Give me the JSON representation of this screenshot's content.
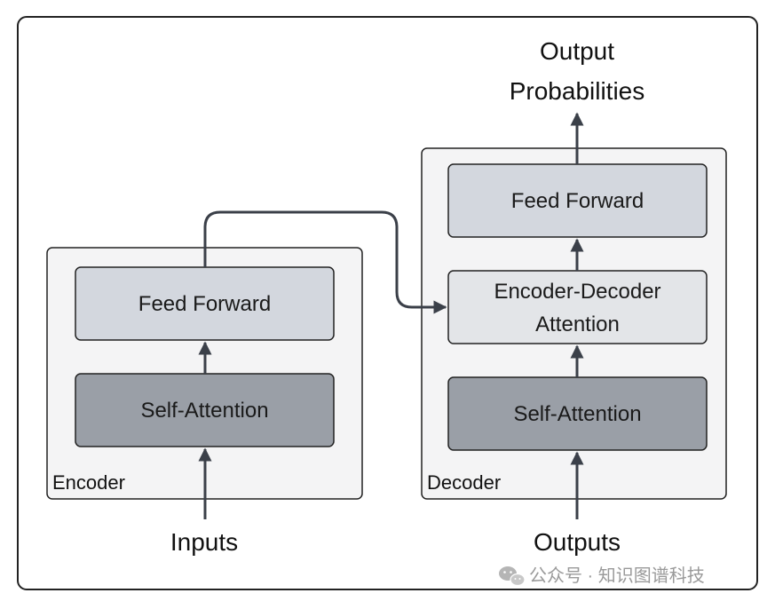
{
  "encoder": {
    "label": "Encoder",
    "feed_forward": "Feed Forward",
    "self_attention": "Self-Attention"
  },
  "decoder": {
    "label": "Decoder",
    "feed_forward": "Feed Forward",
    "cross_attention_line1": "Encoder-Decoder",
    "cross_attention_line2": "Attention",
    "self_attention": "Self-Attention"
  },
  "io": {
    "inputs": "Inputs",
    "outputs": "Outputs",
    "output_line1": "Output",
    "output_line2": "Probabilities"
  },
  "watermark": {
    "text": "公众号 · 知识图谱科技",
    "icon": "wechat-icon"
  },
  "colors": {
    "frame": "#222222",
    "container_fill": "#f4f4f5",
    "feed_forward_fill": "#d3d7de",
    "cross_attention_fill": "#e3e5e8",
    "self_attention_fill": "#9a9fa7",
    "arrow": "#3b4049"
  }
}
